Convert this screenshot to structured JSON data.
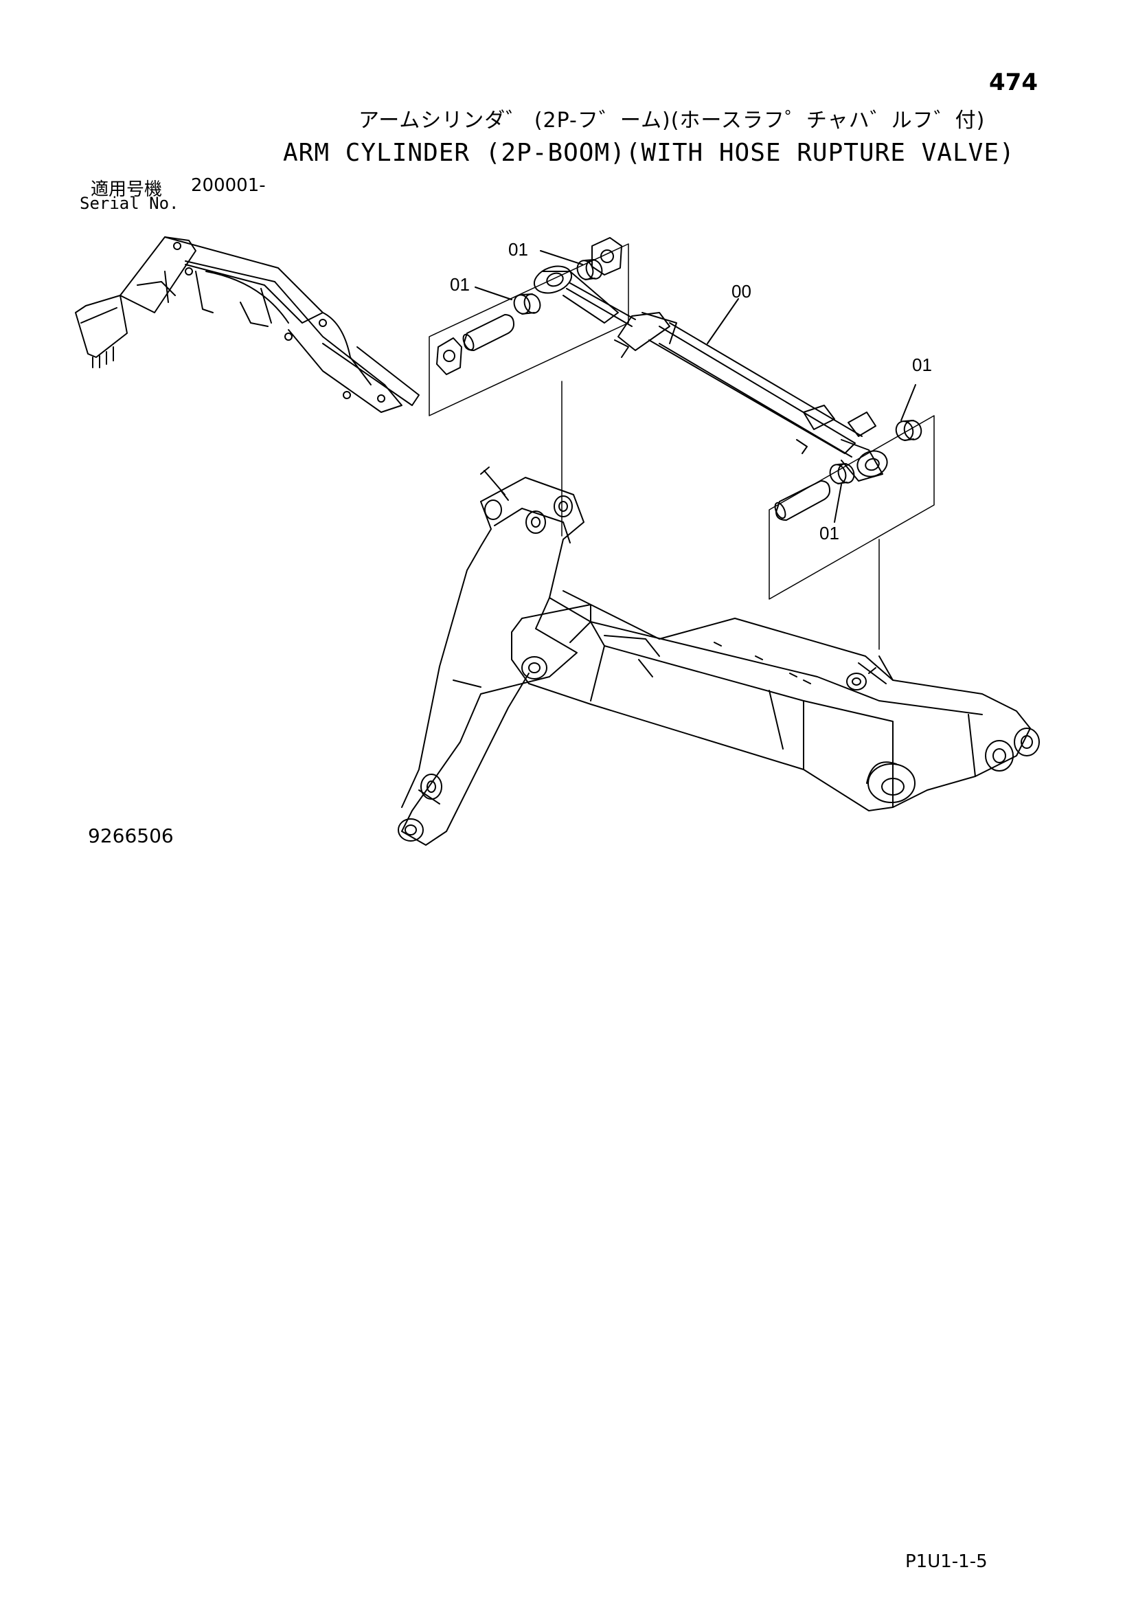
{
  "page_number": "474",
  "title_jp": "アームシリンダ゛ (2P-フ゛ーム)(ホースラフ゜チャハ゛ルフ゛付)",
  "title_en": "ARM CYLINDER (2P-BOOM)(WITH HOSE RUPTURE VALVE)",
  "serial": {
    "label_jp": "適用号機",
    "value": "200001-",
    "label_en": "Serial No."
  },
  "figure_number": "9266506",
  "page_code": "P1U1-1-5",
  "callouts": [
    "01",
    "01",
    "00",
    "01",
    "01"
  ]
}
